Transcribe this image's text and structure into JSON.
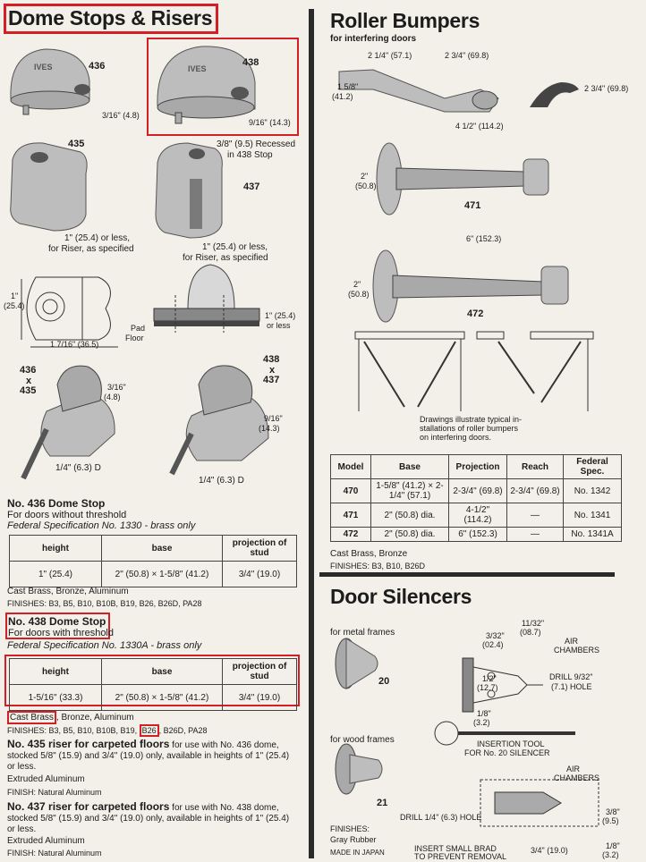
{
  "left": {
    "title": "Dome Stops & Risers",
    "fig": {
      "n436": "436",
      "n438": "438",
      "ives": "IVES",
      "d436": "3/16\" (4.8)",
      "d438": "9/16\" (14.3)",
      "n435": "435",
      "n437": "437",
      "recess_1": "3/8\" (9.5) Recessed",
      "recess_2": "in 438 Stop",
      "r435_1": "1\" (25.4) or less,",
      "r435_2": "for Riser, as specified",
      "r437_1": "1\" (25.4) or less,",
      "r437_2": "for Riser, as specified",
      "plan_h": "1\"",
      "plan_h2": "(25.4)",
      "plan_w": "1 7/16\" (36.5)",
      "pad_1": "Pad",
      "pad_2": "Floor",
      "sec_1": "1\" (25.4)",
      "sec_2": "or less",
      "c1_1": "436",
      "c1_2": "x",
      "c1_3": "435",
      "c2_1": "438",
      "c2_2": "x",
      "c2_3": "437",
      "c1_dim1": "3/16\"",
      "c1_dim2": "(4.8)",
      "c2_dim1": "9/16\"",
      "c2_dim2": "(14.3)",
      "stud1": "1/4\" (6.3) D",
      "stud2": "1/4\" (6.3) D"
    },
    "p436": {
      "title": "No. 436 Dome Stop",
      "line1": "For doors without threshold",
      "line2": "Federal Specification No. 1330 - brass only",
      "table": {
        "headers": [
          "height",
          "base",
          "projection of stud"
        ],
        "row": [
          "1\" (25.4)",
          "2\" (50.8) × 1-5/8\" (41.2)",
          "3/4\" (19.0)"
        ]
      },
      "mat": "Cast Brass, Bronze, Aluminum",
      "fin": "FINISHES: B3, B5, B10, B10B, B19, B26, B26D, PA28"
    },
    "p438": {
      "title": "No. 438 Dome Stop",
      "line1": "For doors with threshold",
      "line2": "Federal Specification No. 1330A - brass only",
      "table": {
        "headers": [
          "height",
          "base",
          "projection of stud"
        ],
        "row": [
          "1-5/16\" (33.3)",
          "2\" (50.8) × 1-5/8\" (41.2)",
          "3/4\" (19.0)"
        ]
      },
      "mat_a": "Cast Brass",
      "mat_b": ", Bronze, Aluminum",
      "fin_a": "FINISHES: B3, B5, B10, B10B, B19,",
      "fin_b": "B26",
      "fin_c": ", B26D, PA28"
    },
    "p435": {
      "title": "No. 435 riser for carpeted floors",
      "text": " for use with No. 436 dome, stocked 5/8\" (15.9) and 3/4\" (19.0) only, available in heights of 1\" (25.4) or less.",
      "mat": "Extruded Aluminum",
      "fin": "FINISH: Natural Aluminum"
    },
    "p437": {
      "title": "No. 437 riser for carpeted floors",
      "text": " for use with No. 438 dome, stocked 5/8\" (15.9) and 3/4\" (19.0) only, available in heights of 1\" (25.4) or less.",
      "mat": "Extruded Aluminum",
      "fin": "FINISH: Natural Aluminum"
    }
  },
  "right": {
    "rb_title": "Roller Bumpers",
    "rb_sub": "for interfering doors",
    "fig": {
      "d1": "2 1/4\" (57.1)",
      "d2": "2 3/4\" (69.8)",
      "d3": "2 3/4\" (69.8)",
      "d4_1": "1 5/8\"",
      "d4_2": "(41.2)",
      "d5": "4 1/2\" (114.2)",
      "d6_1": "2\"",
      "d6_2": "(50.8)",
      "n471": "471",
      "d7": "6\" (152.3)",
      "d8_1": "2\"",
      "d8_2": "(50.8)",
      "n472": "472",
      "note_1": "Drawings illustrate typical in-",
      "note_2": "stallations of roller bumpers",
      "note_3": "on interfering doors."
    },
    "rb_table": {
      "headers": [
        "Model",
        "Base",
        "Projection",
        "Reach",
        "Federal Spec."
      ],
      "rows": [
        [
          "470",
          "1-5/8\" (41.2) × 2-1/4\" (57.1)",
          "2-3/4\" (69.8)",
          "2-3/4\" (69.8)",
          "No. 1342"
        ],
        [
          "471",
          "2\" (50.8) dia.",
          "4-1/2\" (114.2)",
          "—",
          "No. 1341"
        ],
        [
          "472",
          "2\" (50.8) dia.",
          "6\" (152.3)",
          "—",
          "No. 1341A"
        ]
      ]
    },
    "rb_mat": "Cast Brass, Bronze",
    "rb_fin": "FINISHES: B3, B10, B26D",
    "ds_title": "Door Silencers",
    "ds": {
      "metal": "for metal frames",
      "n20": "20",
      "wood": "for wood frames",
      "n21": "21",
      "fin_1": "FINISHES:",
      "fin_2": "Gray Rubber",
      "made": "MADE IN JAPAN",
      "d1_1": "3/32\"",
      "d1_2": "(02.4)",
      "d2_1": "11/32\"",
      "d2_2": "(08.7)",
      "air1_1": "AIR",
      "air1_2": "CHAMBERS",
      "d3_1": "1/2\"",
      "d3_2": "(12.7)",
      "drill1_1": "DRILL 9/32\"",
      "drill1_2": "(7.1) HOLE",
      "d4_1": "1/8\"",
      "d4_2": "(3.2)",
      "tool_1": "INSERTION TOOL",
      "tool_2": "FOR No. 20 SILENCER",
      "air2_1": "AIR",
      "air2_2": "CHAMBERS",
      "drill2": "DRILL 1/4\" (6.3) HOLE",
      "d5_1": "3/8\"",
      "d5_2": "(9.5)",
      "brad_1": "INSERT SMALL BRAD",
      "brad_2": "TO PREVENT REMOVAL",
      "d6": "3/4\" (19.0)",
      "d7_1": "1/8\"",
      "d7_2": "(3.2)"
    }
  }
}
